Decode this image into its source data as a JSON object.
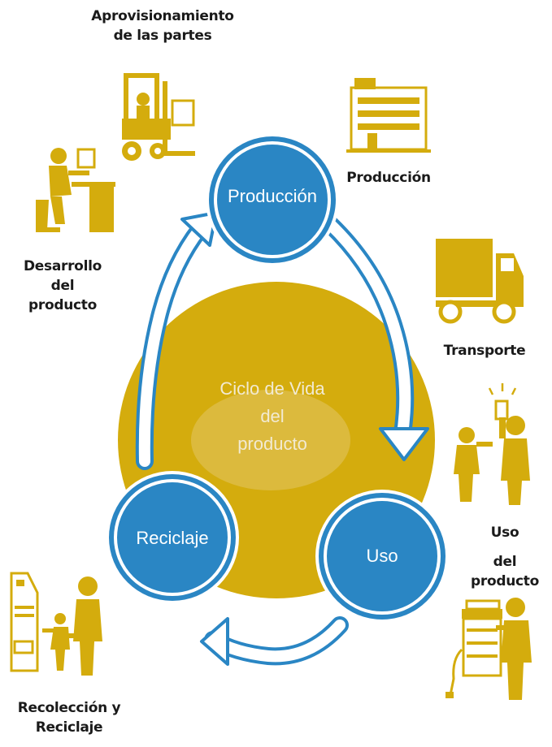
{
  "colors": {
    "blue": "#2a86c4",
    "gold": "#d4ac0d",
    "ring": "#ffffff"
  },
  "stages": {
    "produccion": "Producción",
    "uso": "Uso",
    "reciclaje": "Reciclaje"
  },
  "center": {
    "line1": "Ciclo de Vida",
    "line2": "del",
    "line3": "producto"
  },
  "labels": {
    "aprovisionamiento_1": "Aprovisionamiento",
    "aprovisionamiento_2": "de las partes",
    "produccion": "Producción",
    "desarrollo_1": "Desarrollo del",
    "desarrollo_2": "producto",
    "transporte": "Transporte",
    "uso_1": "Uso",
    "uso_2": "del producto",
    "recoleccion_1": "Recolección y",
    "recoleccion_2": "Reciclaje"
  },
  "icons": [
    "forklift-icon",
    "factory-icon",
    "developer-at-desk-icon",
    "truck-icon",
    "people-using-phone-icon",
    "person-with-copier-icon",
    "recycling-kiosk-icon"
  ]
}
